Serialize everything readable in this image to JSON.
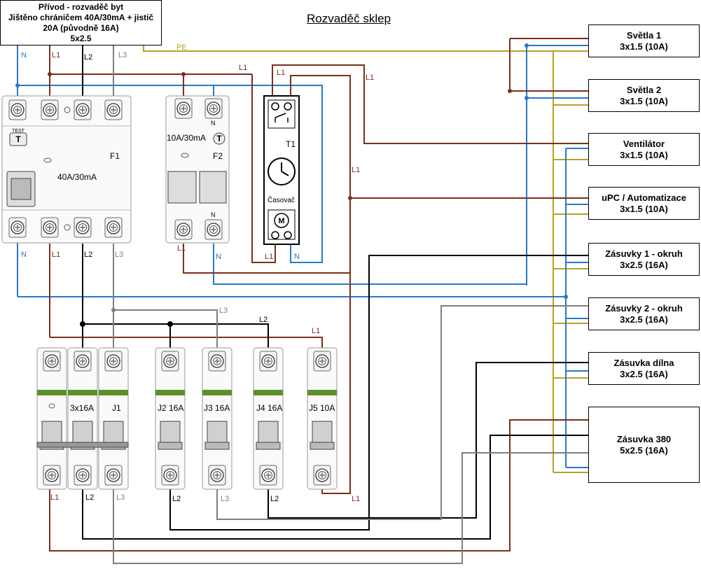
{
  "title": "Rozvaděč sklep",
  "source": {
    "lines": [
      "Přívod - rozvaděč byt",
      "Jištěno chráničem 40A/30mA + jistič",
      "20A (původně 16A)",
      "5x2.5"
    ]
  },
  "colors": {
    "L1": "#7b2f1a",
    "L2": "#000000",
    "L3": "#7f7f7f",
    "N": "#2a78c8",
    "PE": "#b5a324"
  },
  "wire_labels": {
    "pe": "PE",
    "n": "N",
    "l1": "L1",
    "l2": "L2",
    "l3": "L3"
  },
  "devices": {
    "f1": {
      "name": "F1",
      "rating": "40A/30mA",
      "test": "TEST",
      "test_btn": "T"
    },
    "f2": {
      "name": "F2",
      "rating": "10A/30mA",
      "test_btn": "T"
    },
    "t1": {
      "name": "T1",
      "label": "Časovač",
      "motor": "M"
    },
    "breaker_3p": {
      "rating": "3x16A",
      "name": "J1"
    },
    "j2": {
      "label": "J2 16A"
    },
    "j3": {
      "label": "J3 16A"
    },
    "j4": {
      "label": "J4 16A"
    },
    "j5": {
      "label": "J5 10A"
    }
  },
  "circuits": [
    {
      "name": "Světla 1",
      "cable": "3x1.5 (10A)"
    },
    {
      "name": "Světla 2",
      "cable": "3x1.5 (10A)"
    },
    {
      "name": "Ventilátor",
      "cable": "3x1.5 (10A)"
    },
    {
      "name": "uPC / Automatizace",
      "cable": "3x1.5 (10A)"
    },
    {
      "name": "Zásuvky 1 - okruh",
      "cable": "3x2.5 (16A)"
    },
    {
      "name": "Zásuvky 2 - okruh",
      "cable": "3x2.5 (16A)"
    },
    {
      "name": "Zásuvka dílna",
      "cable": "3x2.5 (16A)"
    },
    {
      "name": "Zásuvka 380",
      "cable": "5x2.5 (16A)"
    }
  ]
}
